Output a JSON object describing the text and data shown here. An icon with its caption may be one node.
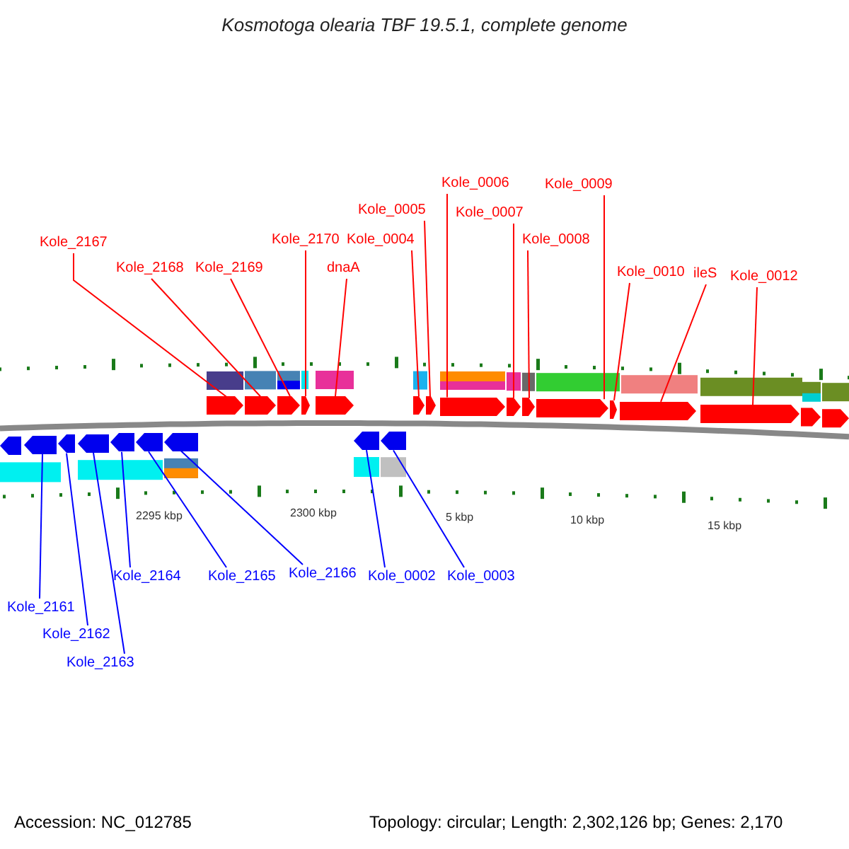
{
  "diagram": {
    "title": "Kosmotoga olearia TBF 19.5.1, complete genome",
    "nodes": [
      {
        "text": [
          "Kole_2167"
        ]
      },
      {
        "text": [
          "Kole_2168"
        ]
      },
      {
        "text": [
          "Kole_2169"
        ]
      },
      {
        "text": [
          "Kole_2170"
        ]
      },
      {
        "text": [
          "dnaA"
        ]
      },
      {
        "text": [
          "Kole_0004"
        ]
      },
      {
        "text": [
          "Kole_0005"
        ]
      },
      {
        "text": [
          "Kole_0006"
        ]
      },
      {
        "text": [
          "Kole_0007"
        ]
      },
      {
        "text": [
          "Kole_0008"
        ]
      },
      {
        "text": [
          "Kole_0009"
        ]
      },
      {
        "text": [
          "Kole_0010"
        ]
      },
      {
        "text": [
          "ileS"
        ]
      },
      {
        "text": [
          "Kole_0012"
        ]
      },
      {
        "text": [
          "Kole_2161"
        ]
      },
      {
        "text": [
          "Kole_2162"
        ]
      },
      {
        "text": [
          "Kole_2163"
        ]
      },
      {
        "text": [
          "Kole_2164"
        ]
      },
      {
        "text": [
          "Kole_2165"
        ]
      },
      {
        "text": [
          "Kole_2166"
        ]
      },
      {
        "text": [
          "Kole_0002"
        ]
      },
      {
        "text": [
          "Kole_0003"
        ]
      },
      {
        "text": [],
        "shape": "arrow"
      },
      {
        "text": [],
        "shape": "arrow"
      },
      {
        "text": [],
        "shape": "arrow"
      },
      {
        "text": [],
        "shape": "arrow"
      },
      {
        "text": [],
        "shape": "arrow"
      },
      {
        "text": [],
        "shape": "arrow"
      },
      {
        "text": [],
        "shape": "arrow"
      },
      {
        "text": [],
        "shape": "arrow"
      },
      {
        "text": [],
        "shape": "arrow"
      },
      {
        "text": [],
        "shape": "arrow"
      },
      {
        "text": [],
        "shape": "arrow"
      },
      {
        "text": [],
        "shape": "arrow"
      },
      {
        "text": [],
        "shape": "arrow"
      },
      {
        "text": [],
        "shape": "arrow"
      },
      {
        "text": [],
        "shape": "arrow"
      },
      {
        "text": [],
        "shape": "arrow"
      },
      {
        "text": [],
        "shape": "arrow"
      },
      {
        "text": [],
        "shape": "arrow"
      },
      {
        "text": [],
        "shape": "arrow"
      },
      {
        "text": [],
        "shape": "arrow"
      },
      {
        "text": [],
        "shape": "arrow"
      },
      {
        "text": [],
        "shape": "arrow"
      }
    ],
    "edges": [
      {
        "from": 0,
        "to": 22,
        "arrow": "none"
      },
      {
        "from": 1,
        "to": 23,
        "arrow": "none"
      },
      {
        "from": 2,
        "to": 24,
        "arrow": "none"
      },
      {
        "from": 3,
        "to": 25,
        "arrow": "none"
      },
      {
        "from": 4,
        "to": 26,
        "arrow": "none"
      },
      {
        "from": 5,
        "to": 27,
        "arrow": "none"
      },
      {
        "from": 6,
        "to": 28,
        "arrow": "none"
      },
      {
        "from": 7,
        "to": 29,
        "arrow": "none"
      },
      {
        "from": 8,
        "to": 30,
        "arrow": "none"
      },
      {
        "from": 9,
        "to": 31,
        "arrow": "none"
      },
      {
        "from": 10,
        "to": 32,
        "arrow": "none"
      },
      {
        "from": 11,
        "to": 33,
        "arrow": "none"
      },
      {
        "from": 12,
        "to": 34,
        "arrow": "none"
      },
      {
        "from": 13,
        "to": 35,
        "arrow": "none"
      },
      {
        "from": 14,
        "to": 36,
        "arrow": "none",
        "color": "#0000ff"
      },
      {
        "from": 15,
        "to": 37,
        "arrow": "none",
        "color": "#0000ff"
      },
      {
        "from": 16,
        "to": 38,
        "arrow": "none",
        "color": "#0000ff"
      },
      {
        "from": 17,
        "to": 39,
        "arrow": "none",
        "color": "#0000ff"
      },
      {
        "from": 18,
        "to": 40,
        "arrow": "none",
        "color": "#0000ff"
      },
      {
        "from": 19,
        "to": 41,
        "arrow": "none",
        "color": "#0000ff"
      },
      {
        "from": 20,
        "to": 42,
        "arrow": "none",
        "color": "#0000ff"
      },
      {
        "from": 21,
        "to": 43,
        "arrow": "none",
        "color": "#0000ff"
      }
    ],
    "labels": [
      "2295 kbp",
      "2300 kbp",
      "5 kbp",
      "10 kbp",
      "15 kbp",
      "Accession: NC_012785",
      "Topology: circular; Length: 2,302,126 bp; Genes: 2,170"
    ]
  }
}
